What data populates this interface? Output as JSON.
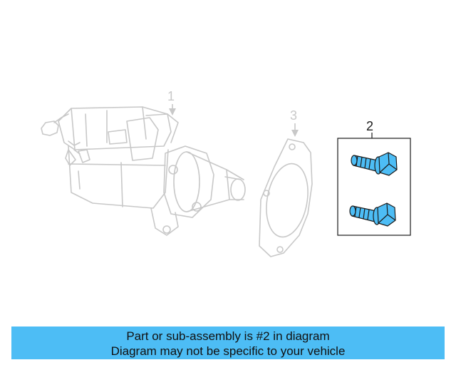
{
  "diagram": {
    "callouts": {
      "starter": "1",
      "bolts": "2",
      "gasket": "3"
    },
    "colors": {
      "faded_part": "#c8c8c8",
      "highlight_part": "#4dbdf5",
      "outline": "#1a1a1a"
    }
  },
  "banner": {
    "line1": "Part or sub-assembly is #2 in diagram",
    "line2": "Diagram may not be specific to your vehicle",
    "background": "#4dbdf5"
  }
}
